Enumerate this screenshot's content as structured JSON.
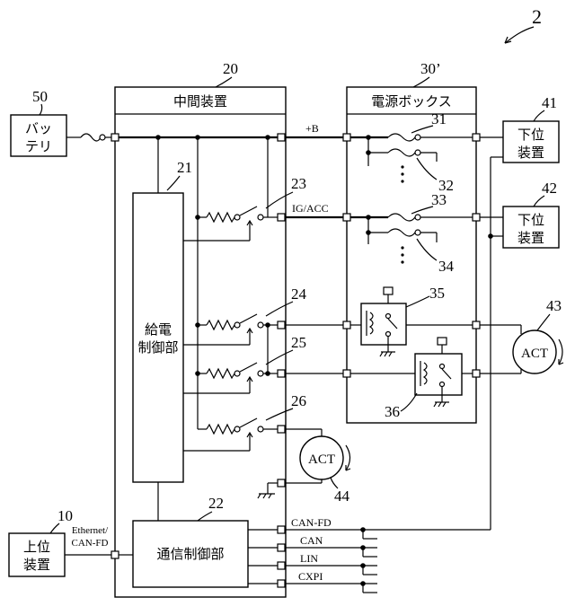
{
  "figure_number": "2",
  "colors": {
    "line": "#000000",
    "background": "#ffffff"
  },
  "refs": {
    "intermediate": "20",
    "feed_control": "21",
    "comm_control": "22",
    "sw23": "23",
    "sw24": "24",
    "sw25": "25",
    "sw26": "26",
    "power_box": "30’",
    "fuse31": "31",
    "fuse32": "32",
    "fuse33": "33",
    "fuse34": "34",
    "relay35": "35",
    "relay36": "36",
    "lower1": "41",
    "lower2": "42",
    "act43": "43",
    "act44": "44",
    "battery": "50",
    "upper": "10"
  },
  "labels": {
    "intermediate_device": "中間装置",
    "power_box": "電源ボックス",
    "battery_line1": "バッ",
    "battery_line2": "テリ",
    "lower_line1": "下位",
    "lower_line2": "装置",
    "upper_line1": "上位",
    "upper_line2": "装置",
    "feed_line1": "給電",
    "feed_line2": "制御部",
    "comm_control": "通信制御部",
    "plus_b": "+B",
    "ig_acc": "IG/ACC",
    "act": "ACT",
    "ethernet_line1": "Ethernet/",
    "ethernet_line2": "CAN-FD",
    "bus_canfd": "CAN-FD",
    "bus_can": "CAN",
    "bus_lin": "LIN",
    "bus_cxpi": "CXPI"
  }
}
